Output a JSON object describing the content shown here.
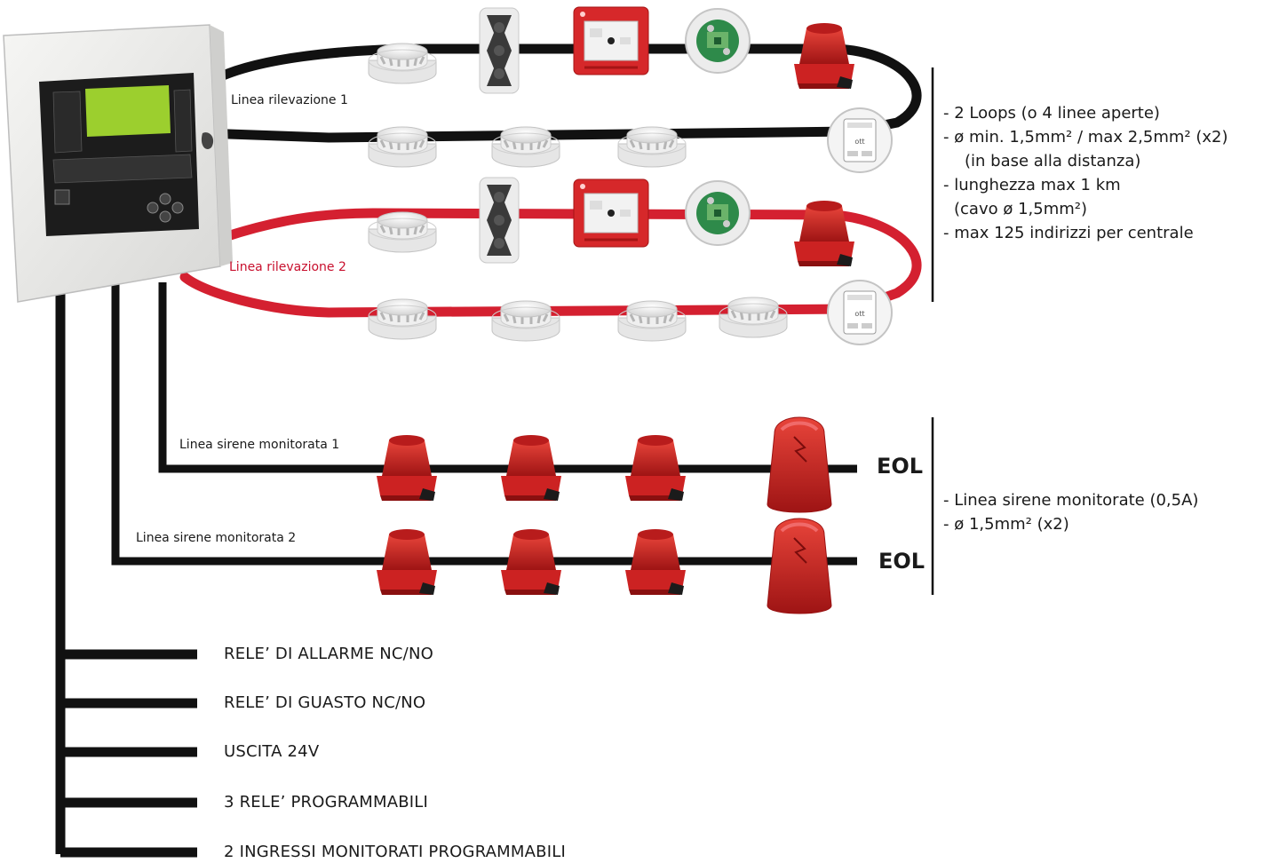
{
  "loop_lines": {
    "line1_label": "Linea rilevazione 1",
    "line2_label": "Linea rilevazione 2"
  },
  "loop_specs": [
    "- 2 Loops (o 4 linee aperte)",
    "- ø min. 1,5mm² / max 2,5mm² (x2)",
    "(in base alla distanza)",
    "- lunghezza max 1 km",
    "(cavo ø 1,5mm²)",
    "- max 125 indirizzi per centrale"
  ],
  "siren_lines": {
    "line1_label": "Linea sirene monitorata 1",
    "line2_label": "Linea sirene monitorata 2",
    "eol_label": "EOL"
  },
  "siren_specs": [
    "- Linea sirene monitorate (0,5A)",
    "- ø 1,5mm² (x2)"
  ],
  "outputs": [
    "RELE’ DI ALLARME NC/NO",
    "RELE’ DI GUASTO NC/NO",
    "USCITA 24V",
    "3 RELE’ PROGRAMMABILI",
    "2 INGRESSI MONITORATI PROGRAMMABILI"
  ],
  "colors": {
    "loop1_cable": "#111111",
    "loop2_cable": "#d42030",
    "device_red": "#d22a2a",
    "panel_body": "#eeeeec",
    "panel_display": "#9ccf2e"
  },
  "icons": [
    "control-panel",
    "smoke-detector-icon",
    "beam-detector-icon",
    "manual-call-point-icon",
    "io-module-icon",
    "sounder-icon",
    "addressable-module-icon",
    "flashing-siren-icon"
  ]
}
